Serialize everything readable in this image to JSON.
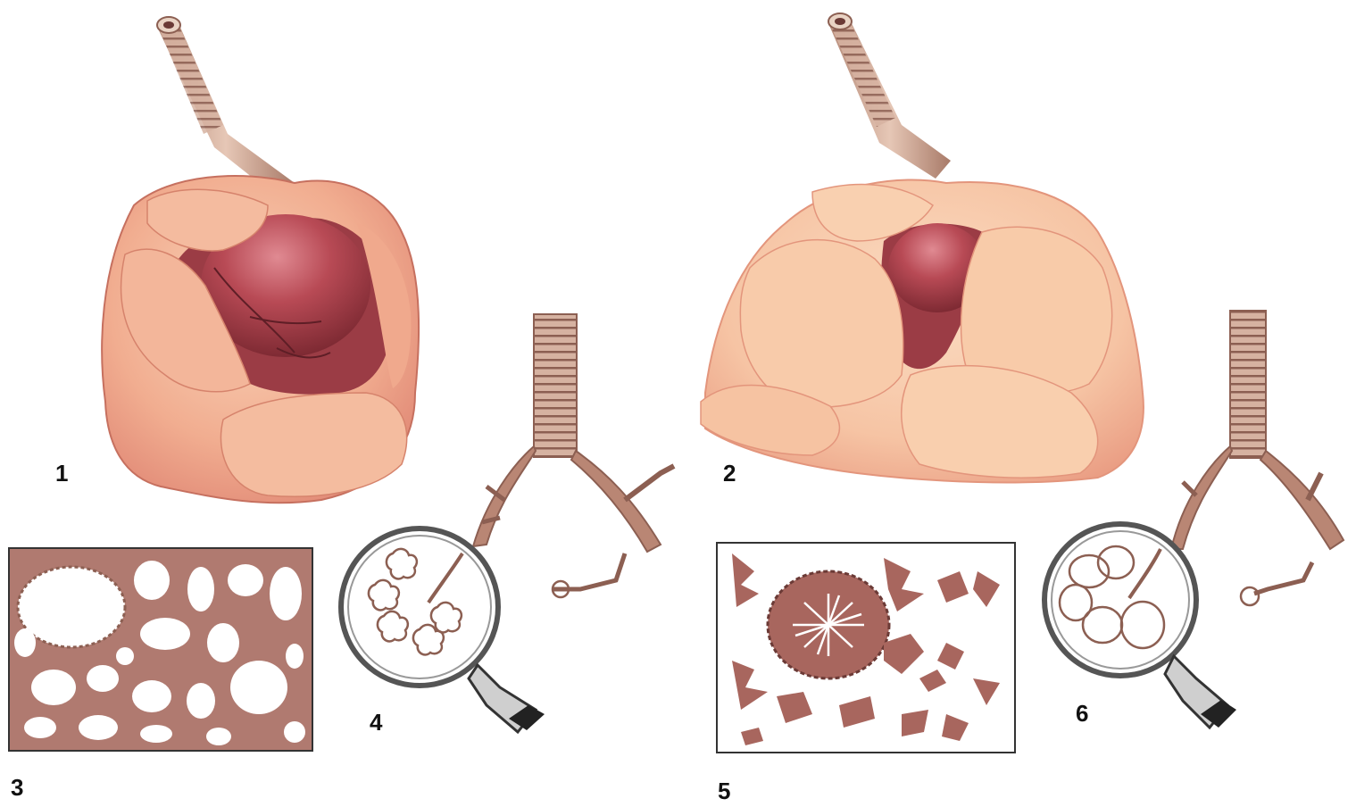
{
  "figure": {
    "panels": [
      {
        "id": "1",
        "label": "1"
      },
      {
        "id": "2",
        "label": "2"
      },
      {
        "id": "3",
        "label": "3"
      },
      {
        "id": "4",
        "label": "4"
      },
      {
        "id": "5",
        "label": "5"
      },
      {
        "id": "6",
        "label": "6"
      }
    ]
  },
  "colors": {
    "lung_light": "#f6c7a8",
    "lung_mid": "#eea387",
    "lung_dark": "#d97a6a",
    "heart": "#b84a55",
    "heart_shadow": "#7e2a33",
    "trachea": "#c9a08c",
    "trachea_ring": "#8c5f52",
    "tissue": "#a8665e",
    "tissue_light": "#c89890",
    "ink": "#6b3a36",
    "background": "#ffffff"
  }
}
